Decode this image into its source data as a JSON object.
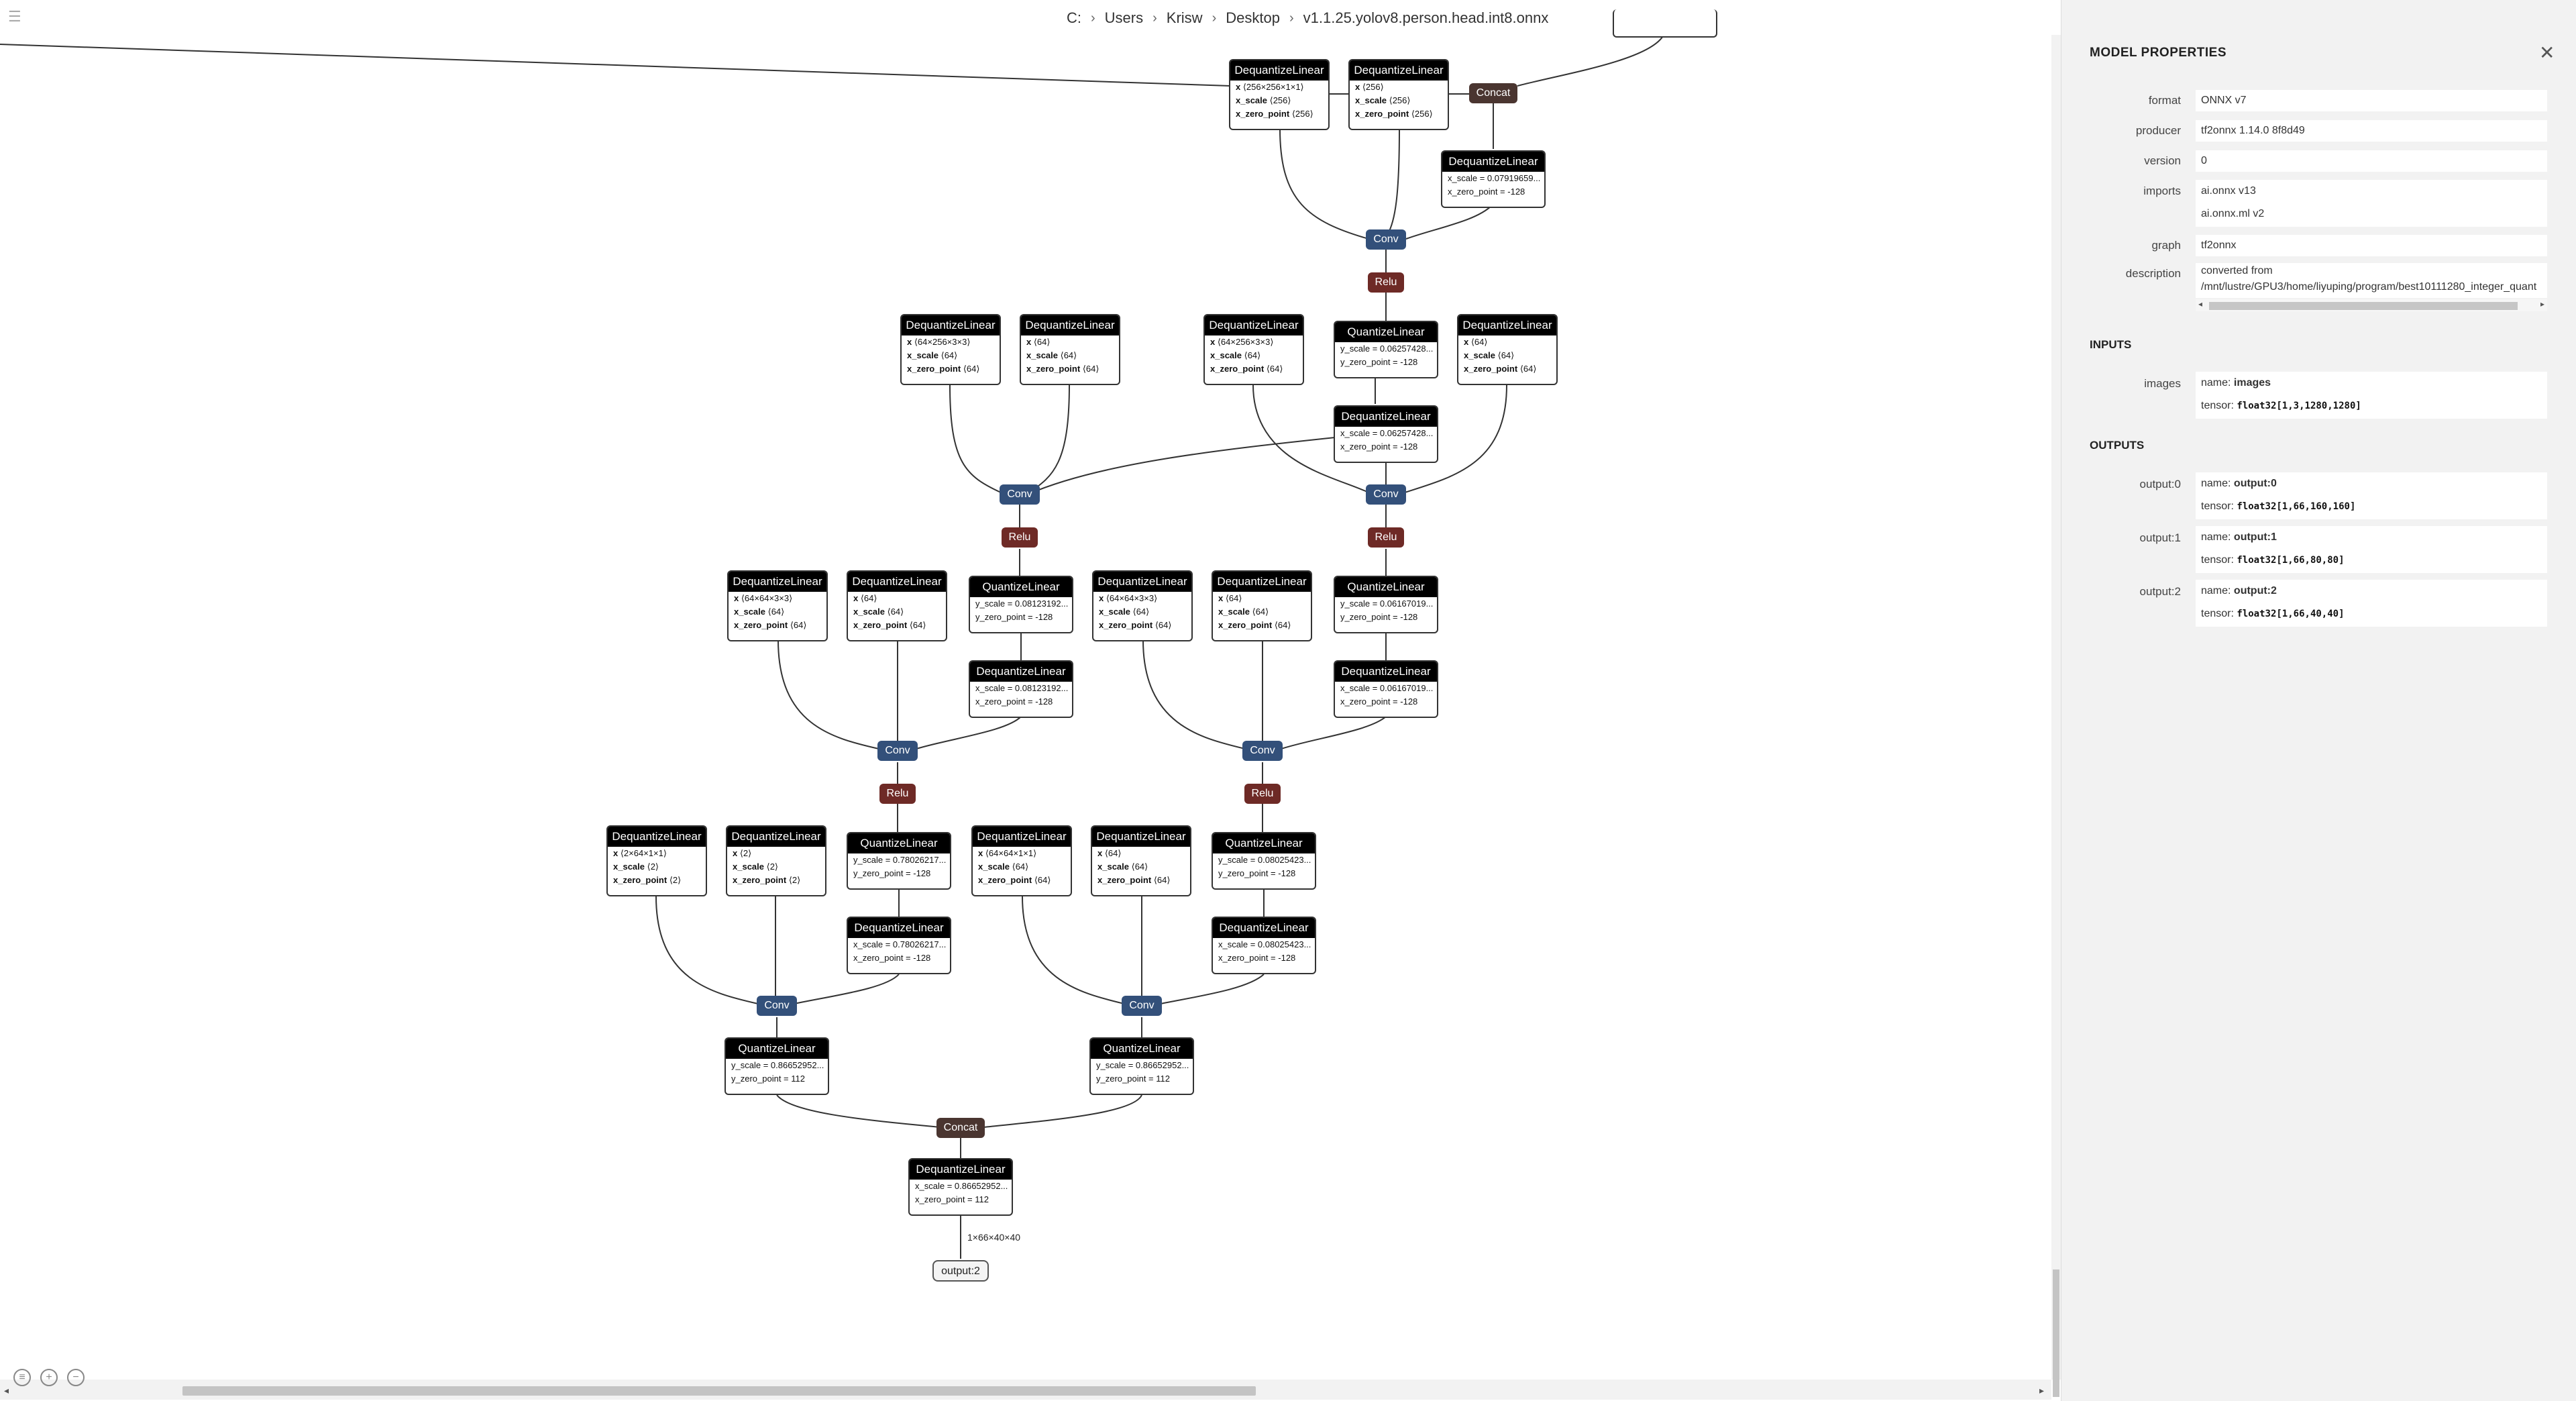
{
  "window": {
    "breadcrumb": [
      "C:",
      "Users",
      "Krisw",
      "Desktop",
      "v1.1.25.yolov8.person.head.int8.onnx"
    ],
    "minimize": "–",
    "maximize": "❐",
    "close": "✕"
  },
  "graph": {
    "dq_label": "DequantizeLinear",
    "q_label": "QuantizeLinear",
    "conv_label": "Conv",
    "relu_label": "Relu",
    "concat_label": "Concat",
    "n_top_a": {
      "x": "⟨256×256×1×1⟩",
      "x_scale": "⟨256⟩",
      "x_zero_point": "⟨256⟩"
    },
    "n_top_b": {
      "x": "⟨256⟩",
      "x_scale": "⟨256⟩",
      "x_zero_point": "⟨256⟩"
    },
    "n_top_dq": {
      "x_scale": "x_scale = 0.07919659...",
      "x_zero_point": "x_zero_point = -128"
    },
    "l2a": {
      "x": "⟨64×256×3×3⟩",
      "x_scale": "⟨64⟩",
      "x_zero_point": "⟨64⟩"
    },
    "l2b": {
      "x": "⟨64⟩",
      "x_scale": "⟨64⟩",
      "x_zero_point": "⟨64⟩"
    },
    "l2c": {
      "x": "⟨64×256×3×3⟩",
      "x_scale": "⟨64⟩",
      "x_zero_point": "⟨64⟩"
    },
    "l2q": {
      "y_scale": "y_scale = 0.06257428...",
      "y_zero_point": "y_zero_point = -128"
    },
    "l2dq": {
      "x_scale": "x_scale = 0.06257428...",
      "x_zero_point": "x_zero_point = -128"
    },
    "l2d": {
      "x": "⟨64⟩",
      "x_scale": "⟨64⟩",
      "x_zero_point": "⟨64⟩"
    },
    "l3a": {
      "x": "⟨64×64×3×3⟩",
      "x_scale": "⟨64⟩",
      "x_zero_point": "⟨64⟩"
    },
    "l3b": {
      "x": "⟨64⟩",
      "x_scale": "⟨64⟩",
      "x_zero_point": "⟨64⟩"
    },
    "l3q1": {
      "y_scale": "y_scale = 0.08123192...",
      "y_zero_point": "y_zero_point = -128"
    },
    "l3dq1": {
      "x_scale": "x_scale = 0.08123192...",
      "x_zero_point": "x_zero_point = -128"
    },
    "l3c": {
      "x": "⟨64×64×3×3⟩",
      "x_scale": "⟨64⟩",
      "x_zero_point": "⟨64⟩"
    },
    "l3d": {
      "x": "⟨64⟩",
      "x_scale": "⟨64⟩",
      "x_zero_point": "⟨64⟩"
    },
    "l3q2": {
      "y_scale": "y_scale = 0.06167019...",
      "y_zero_point": "y_zero_point = -128"
    },
    "l3dq2": {
      "x_scale": "x_scale = 0.06167019...",
      "x_zero_point": "x_zero_point = -128"
    },
    "l4a": {
      "x": "⟨2×64×1×1⟩",
      "x_scale": "⟨2⟩",
      "x_zero_point": "⟨2⟩"
    },
    "l4b": {
      "x": "⟨2⟩",
      "x_scale": "⟨2⟩",
      "x_zero_point": "⟨2⟩"
    },
    "l4q1": {
      "y_scale": "y_scale = 0.78026217...",
      "y_zero_point": "y_zero_point = -128"
    },
    "l4dq1": {
      "x_scale": "x_scale = 0.78026217...",
      "x_zero_point": "x_zero_point = -128"
    },
    "l4c": {
      "x": "⟨64×64×1×1⟩",
      "x_scale": "⟨64⟩",
      "x_zero_point": "⟨64⟩"
    },
    "l4d": {
      "x": "⟨64⟩",
      "x_scale": "⟨64⟩",
      "x_zero_point": "⟨64⟩"
    },
    "l4q2": {
      "y_scale": "y_scale = 0.08025423...",
      "y_zero_point": "y_zero_point = -128"
    },
    "l4dq2": {
      "x_scale": "x_scale = 0.08025423...",
      "x_zero_point": "x_zero_point = -128"
    },
    "l5q1": {
      "y_scale": "y_scale = 0.86652952...",
      "y_zero_point": "y_zero_point = 112"
    },
    "l5q2": {
      "y_scale": "y_scale = 0.86652952...",
      "y_zero_point": "y_zero_point = 112"
    },
    "final_dq": {
      "x_scale": "x_scale = 0.86652952...",
      "x_zero_point": "x_zero_point = 112"
    },
    "edge_shape": "1×66×40×40",
    "output_node": "output:2",
    "key_x": "x",
    "key_x_scale": "x_scale",
    "key_x_zero_point": "x_zero_point"
  },
  "panel": {
    "title": "MODEL PROPERTIES",
    "close": "✕",
    "props": {
      "format_label": "format",
      "format": "ONNX v7",
      "producer_label": "producer",
      "producer": "tf2onnx 1.14.0 8f8d49",
      "version_label": "version",
      "version": "0",
      "imports_label": "imports",
      "imports_1": "ai.onnx v13",
      "imports_2": "ai.onnx.ml v2",
      "graph_label": "graph",
      "graph": "tf2onnx",
      "description_label": "description",
      "description_1": "converted from",
      "description_2": "/mnt/lustre/GPU3/home/liyuping/program/best10111280_integer_quant"
    },
    "inputs_title": "INPUTS",
    "inputs": [
      {
        "label": "images",
        "name_prefix": "name:",
        "name": "images",
        "tensor_prefix": "tensor:",
        "tensor": "float32[1,3,1280,1280]"
      }
    ],
    "outputs_title": "OUTPUTS",
    "outputs": [
      {
        "label": "output:0",
        "name_prefix": "name:",
        "name": "output:0",
        "tensor_prefix": "tensor:",
        "tensor": "float32[1,66,160,160]"
      },
      {
        "label": "output:1",
        "name_prefix": "name:",
        "name": "output:1",
        "tensor_prefix": "tensor:",
        "tensor": "float32[1,66,80,80]"
      },
      {
        "label": "output:2",
        "name_prefix": "name:",
        "name": "output:2",
        "tensor_prefix": "tensor:",
        "tensor": "float32[1,66,40,40]"
      }
    ]
  }
}
